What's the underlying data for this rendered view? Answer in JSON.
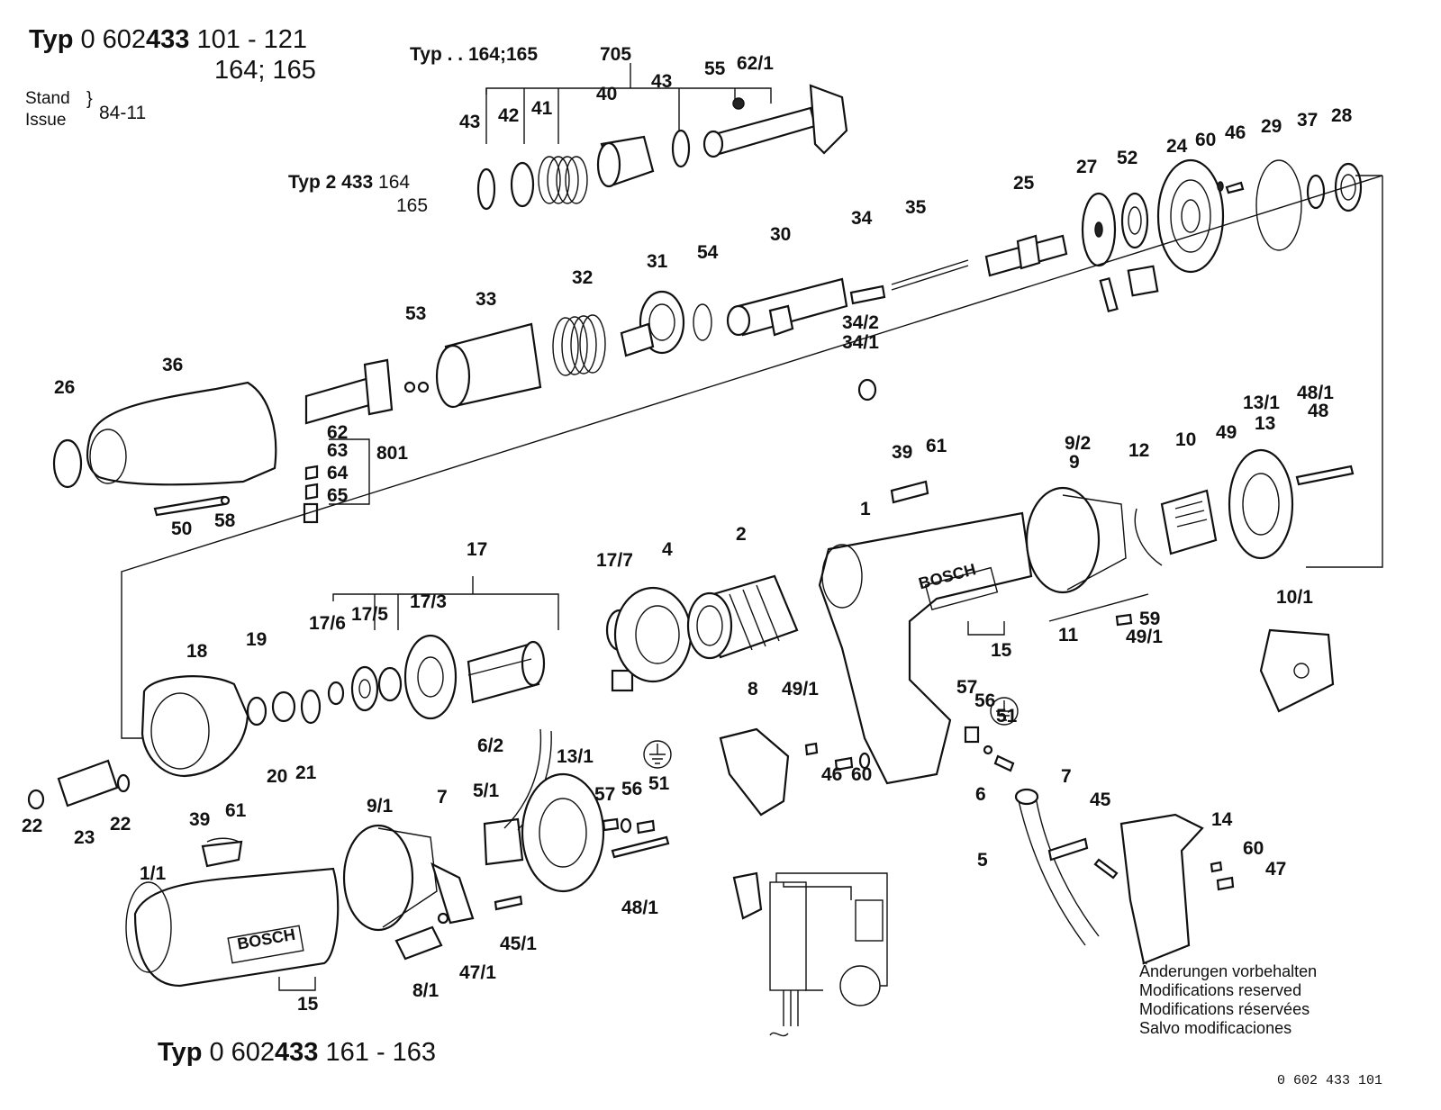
{
  "header": {
    "typ_label": "Typ",
    "typ_code_prefix": "0 602",
    "typ_code_bold": "433",
    "typ_range": "101 - 121",
    "typ_range2": "164; 165",
    "stand_label": "Stand",
    "issue_label": "Issue",
    "date": "84-11"
  },
  "subheader_top": {
    "text": "Typ . . 164;165"
  },
  "subheader_mid": {
    "label": "Typ",
    "code": "2 433",
    "v1": "164",
    "v2": "165"
  },
  "footer": {
    "typ_label": "Typ",
    "typ_code_prefix": "0 602",
    "typ_code_bold": "433",
    "typ_range": "161 - 163",
    "doc_number": "0 602 433 101"
  },
  "notes": [
    "Änderungen vorbehalten",
    "Modifications reserved",
    "Modifications réservées",
    "Salvo modificaciones"
  ],
  "brand_text": "BOSCH",
  "ground_symbol": "earth-ground-icon",
  "part_labels": [
    "705",
    "55",
    "62/1",
    "43",
    "42",
    "41",
    "40",
    "43",
    "27",
    "52",
    "24",
    "60",
    "46",
    "29",
    "37",
    "28",
    "25",
    "35",
    "34",
    "30",
    "54",
    "31",
    "32",
    "33",
    "53",
    "34/2",
    "34/1",
    "36",
    "26",
    "62",
    "63",
    "801",
    "64",
    "65",
    "50",
    "58",
    "39",
    "61",
    "9/2",
    "9",
    "12",
    "10",
    "49",
    "13/1",
    "13",
    "48/1",
    "48",
    "1",
    "2",
    "4",
    "17/7",
    "17",
    "17/6",
    "17/5",
    "17/3",
    "18",
    "19",
    "20",
    "21",
    "15",
    "11",
    "59",
    "49/1",
    "10/1",
    "8",
    "49/1",
    "46",
    "60",
    "57",
    "56",
    "51",
    "6",
    "7",
    "45",
    "14",
    "60",
    "47",
    "5",
    "22",
    "23",
    "22",
    "6/2",
    "13/1",
    "57",
    "56",
    "51",
    "7",
    "5/1",
    "39",
    "61",
    "9/1",
    "1/1",
    "48/1",
    "45/1",
    "47/1",
    "8/1",
    "15"
  ]
}
